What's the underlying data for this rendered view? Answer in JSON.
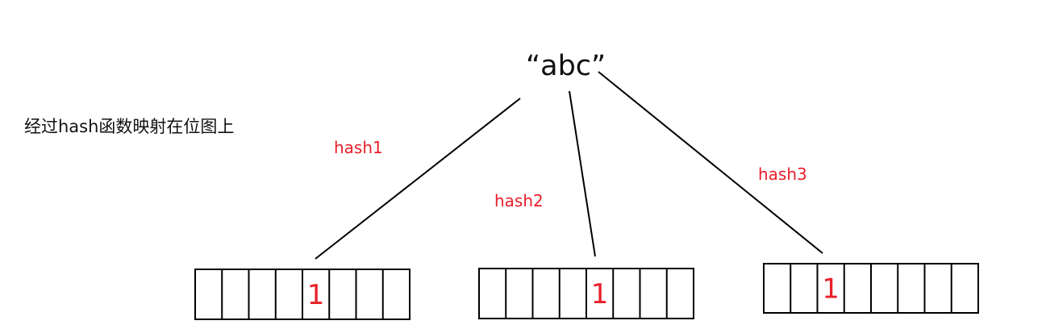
{
  "caption": "经过hash函数映射在位图上",
  "key": "“abc”",
  "hash_functions": [
    {
      "label": "hash1",
      "target_array": 0,
      "set_bit": 4
    },
    {
      "label": "hash2",
      "target_array": 1,
      "set_bit": 4
    },
    {
      "label": "hash3",
      "target_array": 2,
      "set_bit": 2
    }
  ],
  "bit_arrays": [
    {
      "cells": 8,
      "bits": [
        "",
        "",
        "",
        "",
        "1",
        "",
        "",
        ""
      ]
    },
    {
      "cells": 8,
      "bits": [
        "",
        "",
        "",
        "",
        "1",
        "",
        "",
        ""
      ]
    },
    {
      "cells": 8,
      "bits": [
        "",
        "",
        "1",
        "",
        "",
        "",
        "",
        ""
      ]
    }
  ],
  "colors": {
    "line": "#000000",
    "hash_label": "#e8202a",
    "bit_mark": "#e8202a"
  }
}
